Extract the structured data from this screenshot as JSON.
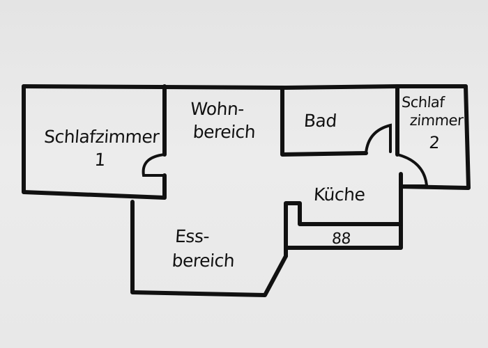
{
  "rooms": {
    "schlafzimmer_1": {
      "name": "Schlafzimmer",
      "number": "1"
    },
    "wohnbereich": {
      "line1": "Wohn-",
      "line2": "bereich"
    },
    "bad": {
      "name": "Bad"
    },
    "schlafzimmer_2": {
      "line1": "Schlaf",
      "line2": "zimmer",
      "number": "2"
    },
    "kueche": {
      "name": "Küche",
      "stove": "88"
    },
    "essbereich": {
      "line1": "Ess-",
      "line2": "bereich"
    }
  },
  "colors": {
    "ink": "#111111",
    "paper": "#e9e9e9"
  }
}
